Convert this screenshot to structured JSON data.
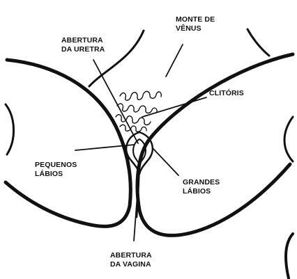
{
  "labels": {
    "monte_venus": [
      "MONTE DE",
      "VÊNUS"
    ],
    "uretra": [
      "ABERTURA",
      "DA URETRA"
    ],
    "clitoris": [
      "CLITÓRIS"
    ],
    "pequenos_labios": [
      "PEQUENOS",
      "LÁBIOS"
    ],
    "grandes_labios": [
      "GRANDES",
      "LÁBIOS"
    ],
    "vagina": [
      "ABERTURA",
      "DA VAGINA"
    ]
  },
  "colors": {
    "ink": "#111111",
    "background": "#ffffff"
  }
}
